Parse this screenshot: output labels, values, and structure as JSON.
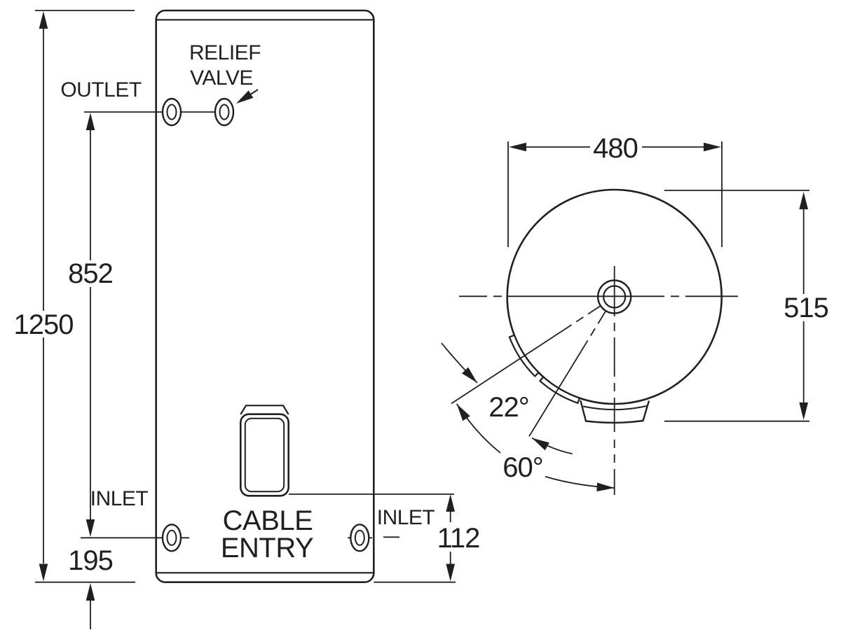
{
  "colors": {
    "line": "#231f20",
    "background": "#ffffff"
  },
  "front_view": {
    "outlet_label": "OUTLET",
    "relief_valve_label": [
      "RELIEF",
      "VALVE"
    ],
    "inlet_left_label": "INLET",
    "inlet_right_label": "INLET",
    "cable_entry_label": [
      "CABLE",
      "ENTRY"
    ],
    "dim_overall_height": "1250",
    "dim_outlet_to_inlet": "852",
    "dim_inlet_height": "195",
    "dim_cable_entry_height": "112"
  },
  "top_view": {
    "dim_width": "480",
    "dim_depth": "515",
    "dim_angle_small": "22°",
    "dim_angle_large": "60°"
  }
}
